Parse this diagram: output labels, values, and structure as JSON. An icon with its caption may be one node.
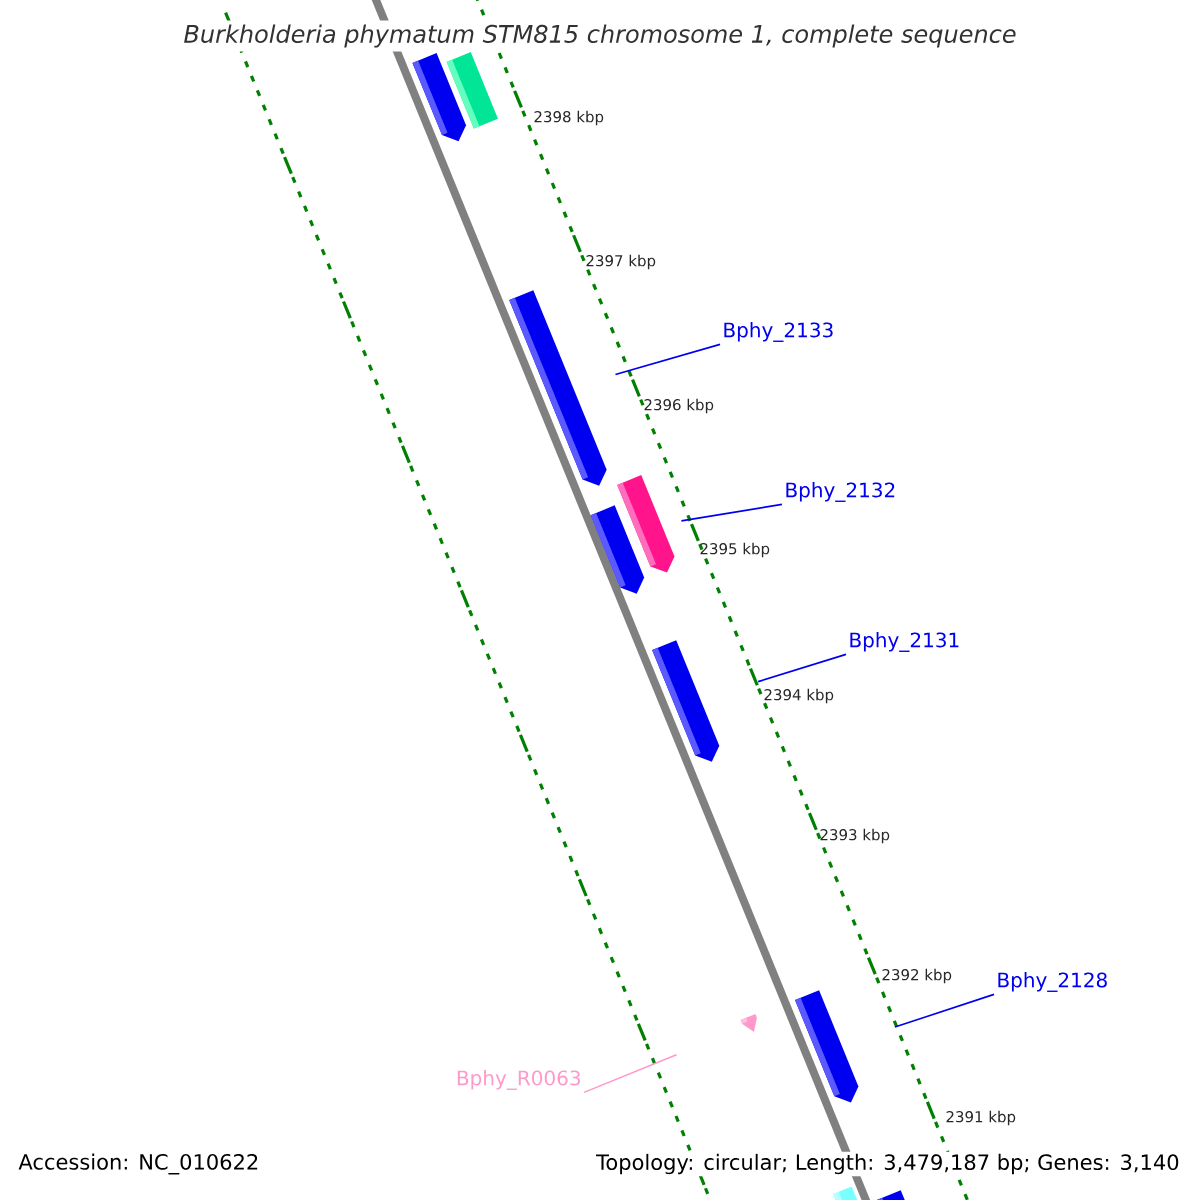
{
  "diagram": {
    "title": "Burkholderia phymatum STM815 chromosome 1, complete sequence",
    "nodes": [
      {
        "text": [],
        "shape": "arrow"
      },
      {
        "text": [],
        "shape": "box"
      },
      {
        "text": [
          "Bphy_2133"
        ]
      },
      {
        "text": [],
        "shape": "arrow"
      },
      {
        "text": [
          "Bphy_2132"
        ]
      },
      {
        "text": [],
        "shape": "arrow"
      },
      {
        "text": [],
        "shape": "arrow"
      },
      {
        "text": [
          "Bphy_2131"
        ]
      },
      {
        "text": [],
        "shape": "arrow"
      },
      {
        "text": [
          "Bphy_2128"
        ]
      },
      {
        "text": [],
        "shape": "arrow"
      },
      {
        "text": [],
        "shape": "arrow"
      },
      {
        "text": [
          "Bphy_R0063"
        ]
      },
      {
        "text": [],
        "shape": "box"
      },
      {
        "text": [],
        "shape": "arrow"
      }
    ],
    "edges": [
      {
        "from": 2,
        "to": 3,
        "arrow": "none"
      },
      {
        "from": 4,
        "to": 6,
        "arrow": "none"
      },
      {
        "from": 7,
        "to": 8,
        "arrow": "none"
      },
      {
        "from": 9,
        "to": 11,
        "arrow": "none"
      },
      {
        "from": 12,
        "to": 10,
        "arrow": "none",
        "color": "#ff99cc"
      }
    ],
    "labels": [
      "2398 kbp",
      "2397 kbp",
      "2396 kbp",
      "2395 kbp",
      "2394 kbp",
      "2393 kbp",
      "2392 kbp",
      "2391 kbp",
      "Accession: NC_010622",
      "Topology: circular; Length: 3,479,187 bp; Genes: 3,140"
    ]
  }
}
